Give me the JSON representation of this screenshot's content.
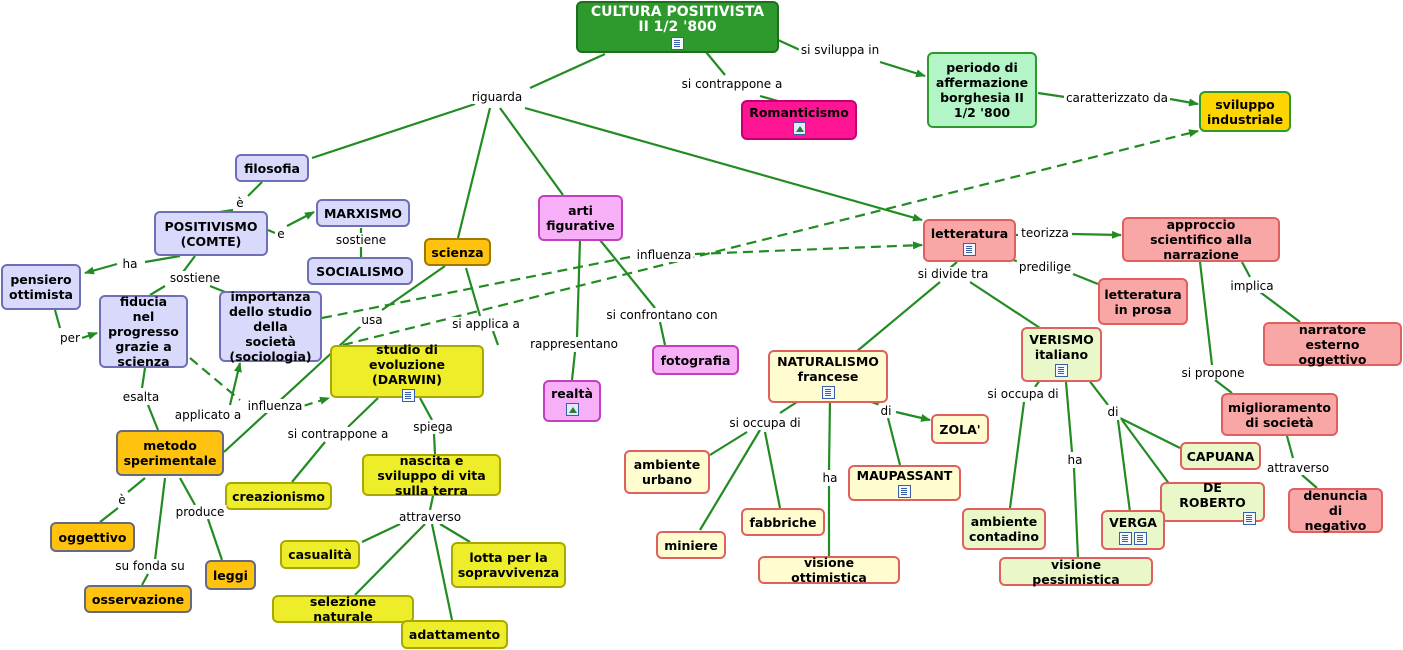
{
  "nodes": {
    "root": {
      "line1": "CULTURA POSITIVISTA",
      "line2": "II 1/2 '800"
    },
    "periodo": {
      "text": "periodo di affermazione borghesia II 1/2 '800"
    },
    "sviluppo": {
      "text": "sviluppo industriale"
    },
    "romanticismo": {
      "text": "Romanticismo"
    },
    "filosofia": {
      "text": "filosofia"
    },
    "positivismo": {
      "line1": "POSITIVISMO",
      "line2": "(COMTE)"
    },
    "marxismo": {
      "text": "MARXISMO"
    },
    "socialismo": {
      "text": "SOCIALISMO"
    },
    "pensiero": {
      "text": "pensiero ottimista"
    },
    "fiducia": {
      "text": "fiducia nel progresso grazie a scienza"
    },
    "importanza": {
      "text": "importanza dello studio della società (sociologia)"
    },
    "scienza": {
      "text": "scienza"
    },
    "arti": {
      "text": "arti figurative"
    },
    "fotografia": {
      "text": "fotografia"
    },
    "realta": {
      "text": "realtà"
    },
    "studio": {
      "line1": "studio di evoluzione",
      "line2": "(DARWIN)"
    },
    "metodo": {
      "text": "metodo sperimentale"
    },
    "oggettivo": {
      "text": "oggettivo"
    },
    "osservazione": {
      "text": "osservazione"
    },
    "leggi": {
      "text": "leggi"
    },
    "creazionismo": {
      "text": "creazionismo"
    },
    "nascita": {
      "text": "nascita e sviluppo di vita sulla terra"
    },
    "casualita": {
      "text": "casualità"
    },
    "lotta": {
      "text": "lotta per la sopravvivenza"
    },
    "selezione": {
      "text": "selezione naturale"
    },
    "adattamento": {
      "text": "adattamento"
    },
    "letteratura": {
      "text": "letteratura"
    },
    "approccio": {
      "text": "approccio scientifico alla narrazione"
    },
    "prosa": {
      "text": "letteratura in prosa"
    },
    "narratore": {
      "text": "narratore esterno oggettivo"
    },
    "miglioramento": {
      "text": "miglioramento di società"
    },
    "denuncia": {
      "text": "denuncia di negativo"
    },
    "naturalismo": {
      "line1": "NATURALISMO",
      "line2": "francese"
    },
    "verismo": {
      "line1": "VERISMO",
      "line2": "italiano"
    },
    "zola": {
      "text": "ZOLA'"
    },
    "maupassant": {
      "text": "MAUPASSANT"
    },
    "ambiente_urbano": {
      "text": "ambiente urbano"
    },
    "miniere": {
      "text": "miniere"
    },
    "fabbriche": {
      "text": "fabbriche"
    },
    "ottimistica": {
      "text": "visione ottimistica"
    },
    "capuana": {
      "text": "CAPUANA"
    },
    "deroberto": {
      "text": "DE ROBERTO"
    },
    "verga": {
      "text": "VERGA"
    },
    "contadino": {
      "text": "ambiente contadino"
    },
    "pessimistica": {
      "text": "visione pessimistica"
    }
  },
  "labels": {
    "si_sviluppa_in": "si sviluppa in",
    "si_contrappone_a_top": "si contrappone a",
    "caratterizzato_da": "caratterizzato da",
    "riguarda": "riguarda",
    "e_acc": "è",
    "e": "e",
    "sostiene_m": "sostiene",
    "ha": "ha",
    "sostiene": "sostiene",
    "per": "per",
    "influenza_1": "influenza",
    "usa": "usa",
    "si_applica_a": "si applica a",
    "rappresentano": "rappresentano",
    "si_confrontano_con": "si confrontano con",
    "esalta": "esalta",
    "applicato_a": "applicato a",
    "influenza_2": "influenza",
    "si_contrappone_a": "si contrappone a",
    "spiega": "spiega",
    "attraverso": "attraverso",
    "e_metodo": "è",
    "produce": "produce",
    "su_fonda_su": "su fonda su",
    "teorizza": "teorizza",
    "predilige": "predilige",
    "si_divide_tra": "si divide tra",
    "implica": "implica",
    "si_propone": "si propone",
    "attraverso_2": "attraverso",
    "si_occupa_di_n": "si occupa di",
    "ha_n": "ha",
    "di_n": "di",
    "si_occupa_di_v": "si occupa di",
    "ha_v": "ha",
    "di_v": "di"
  },
  "icons": [
    "document-icon",
    "image-icon"
  ],
  "colors": {
    "link": "#228b22",
    "root": "#2e9a2e",
    "periodo": "#b3f5c6",
    "sviluppo": "#ffd500",
    "romanticismo": "#ff1493",
    "filosofia_group": "#d9d9fb",
    "arti_group": "#f7b0f7",
    "metodo_group": "#ffc20e",
    "darwin_group": "#eded2a",
    "letteratura_group": "#f8a6a6",
    "naturalismo_group": "#fffdd0",
    "verismo_group": "#eaf7c8"
  }
}
